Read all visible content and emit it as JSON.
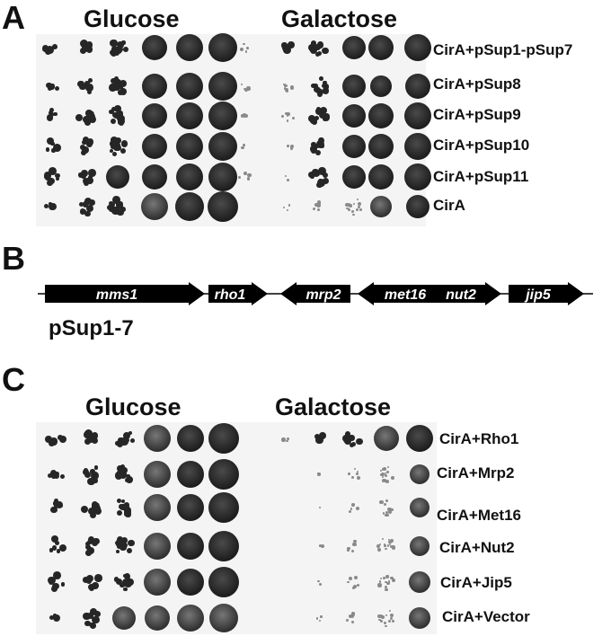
{
  "panel_a": {
    "letter": "A",
    "conditions": [
      "Glucose",
      "Galactose"
    ],
    "rows": [
      "CirA+pSup1-pSup7",
      "CirA+pSup8",
      "CirA+pSup9",
      "CirA+pSup10",
      "CirA+pSup11",
      "CirA"
    ]
  },
  "panel_b": {
    "letter": "B",
    "plasmid": "pSup1-7",
    "genes": [
      {
        "name": "mms1",
        "direction": "right"
      },
      {
        "name": "rho1",
        "direction": "right"
      },
      {
        "name": "mrp2",
        "direction": "left"
      },
      {
        "name": "met16",
        "direction": "left"
      },
      {
        "name": "nut2",
        "direction": "right"
      },
      {
        "name": "jip5",
        "direction": "right"
      }
    ]
  },
  "panel_c": {
    "letter": "C",
    "conditions": [
      "Glucose",
      "Galactose"
    ],
    "rows": [
      "CirA+Rho1",
      "CirA+Mrp2",
      "CirA+Met16",
      "CirA+Nut2",
      "CirA+Jip5",
      "CirA+Vector"
    ]
  },
  "colors": {
    "colony": "#1a1a1a",
    "plate": "#f4f4f4",
    "gene_arrow": "#000000",
    "gene_text": "#ffffff"
  }
}
